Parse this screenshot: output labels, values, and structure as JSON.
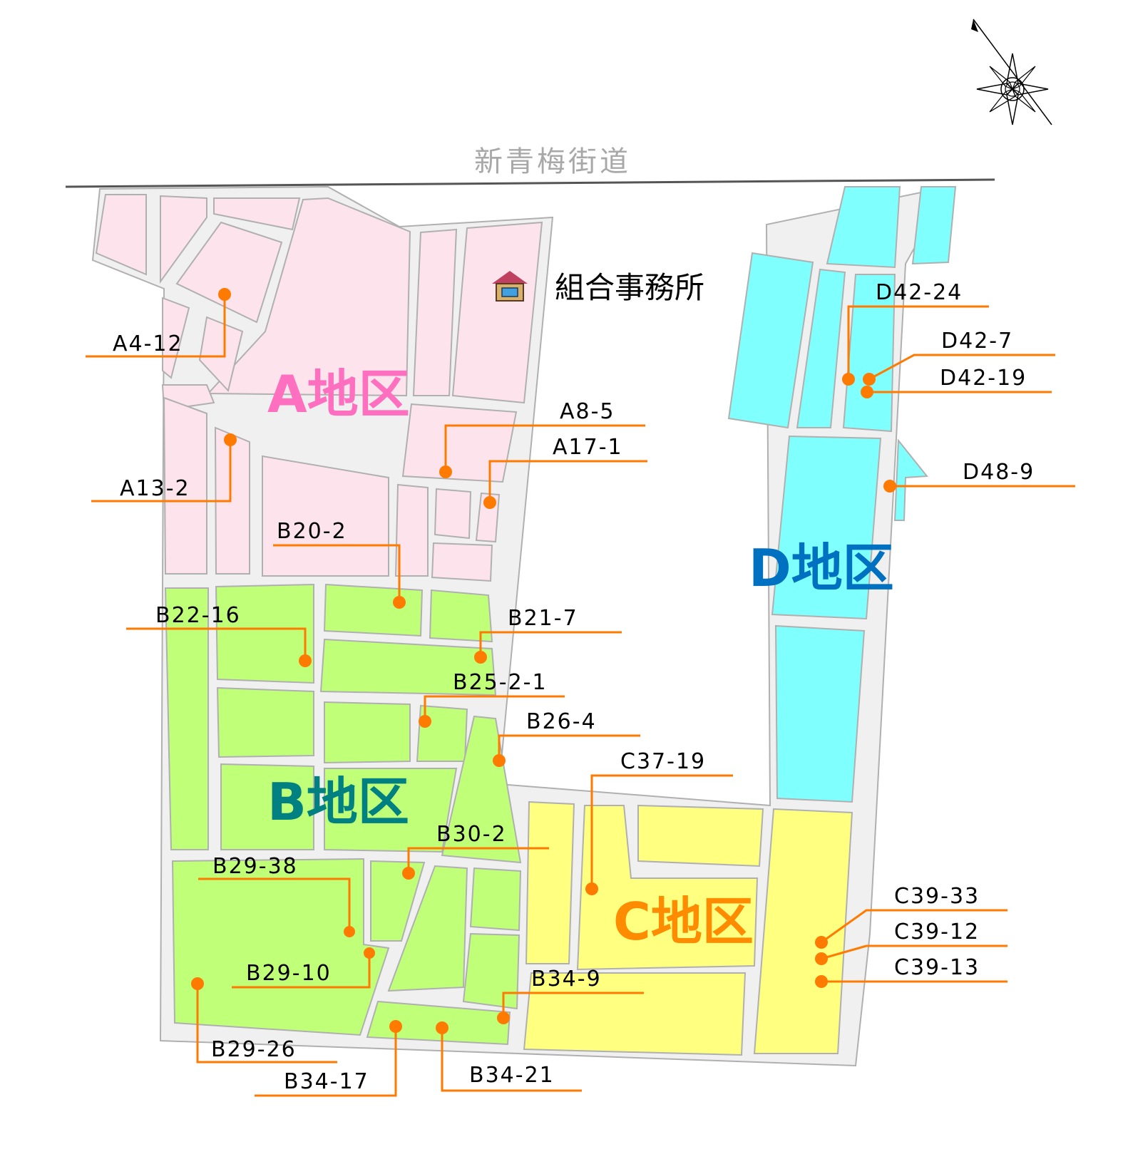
{
  "road": {
    "name": "新青梅街道"
  },
  "office": {
    "label": "組合事務所",
    "icon": "house-icon"
  },
  "districts": {
    "a": {
      "label": "A地区",
      "color": "#ff6fc0"
    },
    "b": {
      "label": "B地区",
      "color": "#008080"
    },
    "c": {
      "label": "C地区",
      "color": "#ff8c00"
    },
    "d": {
      "label": "D地区",
      "color": "#0070c0"
    }
  },
  "parcels": [
    "A4-12",
    "A8-5",
    "A17-1",
    "A13-2",
    "B20-2",
    "B22-16",
    "B21-7",
    "B25-2-1",
    "B26-4",
    "C37-19",
    "B30-2",
    "B29-38",
    "B29-10",
    "B34-9",
    "B29-26",
    "B34-17",
    "B34-21",
    "D42-24",
    "D42-7",
    "D42-19",
    "D48-9",
    "C39-33",
    "C39-12",
    "C39-13"
  ],
  "compass": {
    "icon": "compass-rose-icon"
  },
  "colors": {
    "leader": "#ff7a00",
    "zone_a": "#fde4ec",
    "zone_b": "#c0ff78",
    "zone_c": "#ffff80",
    "zone_d": "#80ffff"
  }
}
